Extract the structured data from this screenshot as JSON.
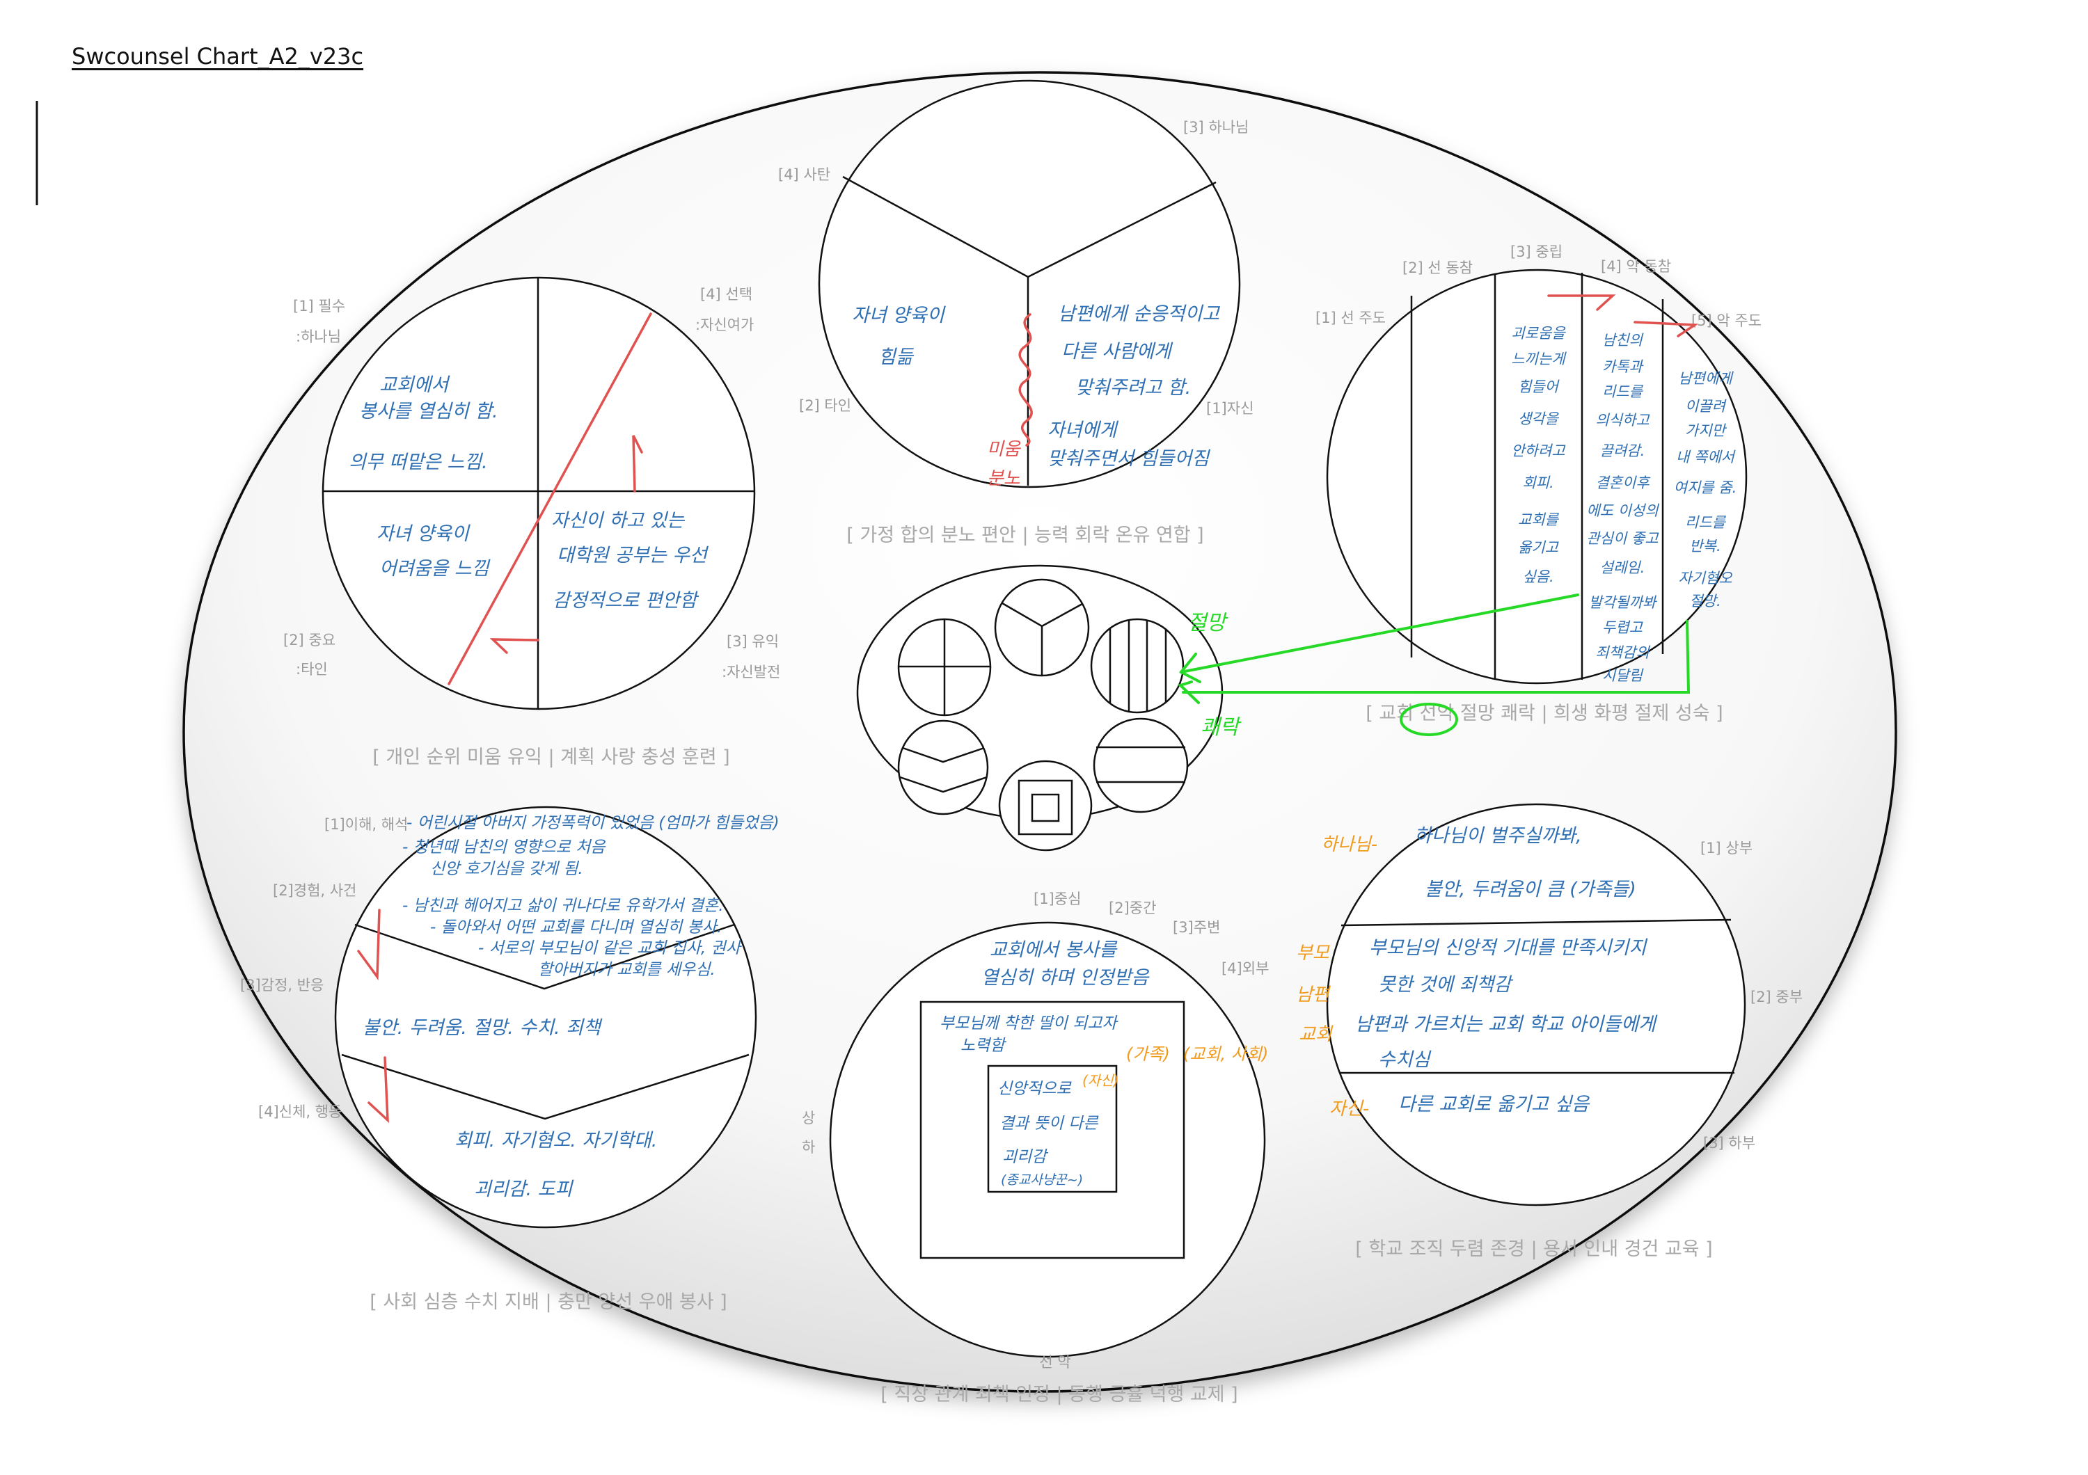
{
  "title": "Swcounsel Chart_A2_v23c",
  "colors": {
    "handwriting": "#2f6fb3",
    "accent_orange": "#f19a1c",
    "accent_red": "#e0524f",
    "accent_green": "#27d927",
    "label_gray": "#9a9a9a"
  },
  "family_chart": {
    "labels": {
      "l3": "[3] 하나님",
      "l4": "[4] 사탄",
      "l2": "[2] 타인",
      "l1": "[1]자신"
    },
    "caption": "[ 가정 합의 분노 편안 | 능력 회락 온유 연합 ]",
    "left_notes": [
      "자녀 양육이",
      "힘듦"
    ],
    "right_notes": [
      "남편에게 순응적이고",
      "다른 사람에게",
      "맞춰주려고 함.",
      "자녀에게",
      "맞춰주면서 힘들어짐"
    ],
    "red_notes": [
      "미움",
      "분노"
    ]
  },
  "priority_chart": {
    "labels": {
      "l1": "[1] 필수",
      "l1s": ":하나님",
      "l4": "[4] 선택",
      "l4s": ":자신여가",
      "l2": "[2] 중요",
      "l2s": ":타인",
      "l3": "[3] 유익",
      "l3s": ":자신발전"
    },
    "caption": "[ 개인 순위 미움 유익 | 계획 사랑 충성 훈련 ]",
    "q1_notes": [
      "교회에서",
      "봉사를 열심히 함.",
      "의무 떠맡은 느낌."
    ],
    "q2_notes": [
      "자녀 양육이",
      "어려움을 느낌"
    ],
    "q3_notes": [
      "자신이 하고 있는",
      "대학원 공부는 우선",
      "감정적으로 편안함"
    ]
  },
  "good_evil_chart": {
    "labels": {
      "l1": "[1] 선 주도",
      "l2": "[2] 선 동참",
      "l3": "[3] 중립",
      "l4": "[4] 악 동참",
      "l5": "[5] 악 주도"
    },
    "caption_a": "[ 교회 ",
    "caption_circled": "선악",
    "caption_b": " 절망 쾌락 | 희생 화평 절제 성숙 ]",
    "col3_notes": [
      "괴로움을",
      "느끼는게",
      "힘들어",
      "생각을",
      "안하려고",
      "회피.",
      "교회를",
      "옮기고",
      "싶음."
    ],
    "col4_notes": [
      "남친의",
      "카톡과",
      "리드를",
      "의식하고",
      "끌려감.",
      "결혼이후",
      "에도 이성의",
      "관심이 좋고",
      "설레임.",
      "발각될까봐",
      "두렵고",
      "죄책감의",
      "시달림"
    ],
    "col5_notes": [
      "남편에게",
      "이끌려",
      "가지만",
      "내 쪽에서",
      "여지를 줌.",
      "리드를",
      "반복.",
      "자기혐오",
      "절망."
    ],
    "green_notes": {
      "despair": "절망",
      "pleasure": "쾌락"
    }
  },
  "society_chart": {
    "labels": {
      "l1": "[1]이해, 해석",
      "l2": "[2]경험, 사건",
      "l3": "[3]감정, 반응",
      "l4": "[4]신체, 행동"
    },
    "caption": "[ 사회 심층 수치 지배 | 충만 양선 우애 봉사 ]",
    "story_notes": [
      "- 어린시절 아버지 가정폭력이 있었음 (엄마가 힘들었음)",
      "- 청년때 남친의 영향으로 처음",
      "신앙 호기심을 갖게 됨.",
      "- 남친과 헤어지고 삶이 귀나다로 유학가서 결혼.",
      "- 돌아와서 어떤 교회를 다니며 열심히 봉사.",
      "- 서로의 부모님이 같은 교회 집사, 권사",
      "할아버지가 교회를 세우심."
    ],
    "emotion_notes": [
      "불안. 두려움. 절망. 수치. 죄책"
    ],
    "behavior_notes": [
      "회피. 자기혐오. 자기학대.",
      "괴리감. 도피"
    ]
  },
  "relation_chart": {
    "labels": {
      "l1": "[1]중심",
      "l2": "[2]중간",
      "l3": "[3]주변",
      "l4": "[4]외부",
      "up": "상",
      "down": "하",
      "good_evil": "선 악"
    },
    "caption": "[ 직장 관계 죄책 인정 | 동행 긍휼 덕행 교제 ]",
    "outer_notes": [
      "교회에서 봉사를",
      "열심히 하며 인정받음"
    ],
    "middle_notes": [
      "부모님께 착한 딸이 되고자",
      "노력함"
    ],
    "inner_notes": [
      "신앙적으로",
      "결과 뜻이 다른",
      "괴리감",
      "(종교사냥꾼~)"
    ],
    "orange_notes": {
      "self": "(자신)",
      "family": "(가족)",
      "church": "(교회, 사회)"
    }
  },
  "school_chart": {
    "labels": {
      "l1": "[1] 상부",
      "l2": "[2] 중부",
      "l3": "[3] 하부"
    },
    "caption": "[ 학교 조직 두렴 존경 | 용서 인내 경건 교육 ]",
    "top_notes": [
      "하나님이 벌주실까봐,",
      "불안, 두려움이 큼 (가족들)"
    ],
    "middle_notes": [
      "부모님의 신앙적 기대를 만족시키지",
      "못한 것에 죄책감",
      "남편과 가르치는 교회 학교 아이들에게",
      "수치심"
    ],
    "bottom_notes": [
      "다른 교회로 옮기고 싶음"
    ],
    "orange_tags": {
      "god": "하나님-",
      "parents": "부모",
      "husband": "남편",
      "church": "교회",
      "self": "자신-"
    }
  }
}
